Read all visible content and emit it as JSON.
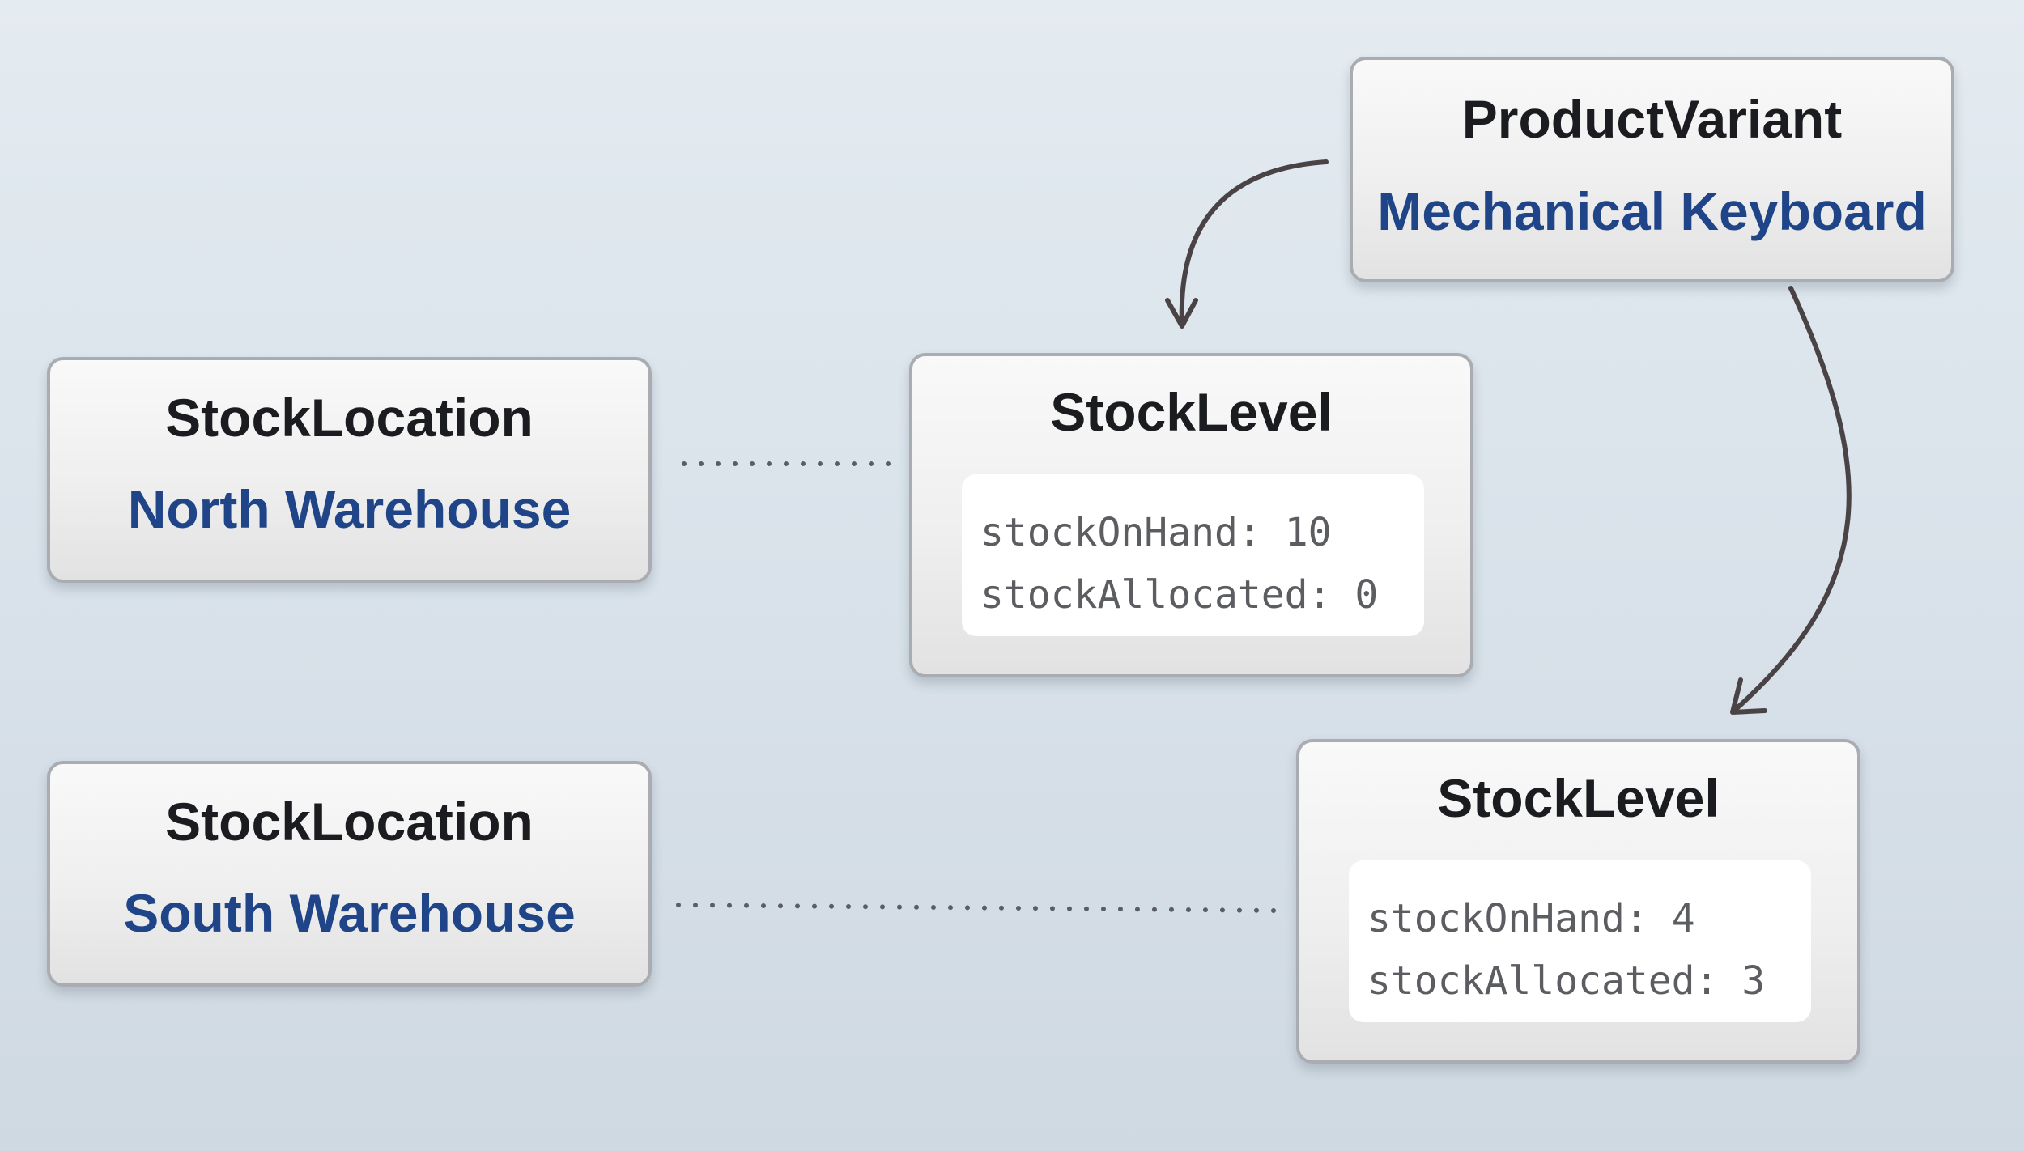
{
  "product_variant": {
    "title": "ProductVariant",
    "name": "Mechanical Keyboard"
  },
  "stock_locations": [
    {
      "title": "StockLocation",
      "name": "North Warehouse"
    },
    {
      "title": "StockLocation",
      "name": "South Warehouse"
    }
  ],
  "stock_levels": [
    {
      "title": "StockLevel",
      "on_hand_label": "stockOnHand:",
      "on_hand_value": "10",
      "allocated_label": "stockAllocated:",
      "allocated_value": "0"
    },
    {
      "title": "StockLevel",
      "on_hand_label": "stockOnHand:",
      "on_hand_value": "4",
      "allocated_label": "stockAllocated:",
      "allocated_value": "3"
    }
  ],
  "colors": {
    "title_text": "#1b1c1f",
    "name_text": "#1f4588",
    "mono_text": "#5b5d61",
    "box_border": "#a9adb1",
    "connector": "#4a4345"
  }
}
